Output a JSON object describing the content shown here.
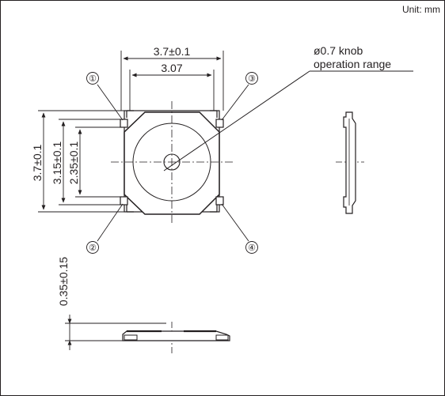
{
  "unit_label": "Unit: mm",
  "dimensions": {
    "outer_width": "3.7±0.1",
    "inner_width": "3.07",
    "outer_height": "3.7±0.1",
    "mid_height": "3.15±0.1",
    "inner_height": "2.35±0.1",
    "thickness": "0.35±0.15"
  },
  "callout": {
    "line1": "ø0.7 knob",
    "line2": "operation range"
  },
  "terminals": [
    "①",
    "②",
    "③",
    "④"
  ]
}
